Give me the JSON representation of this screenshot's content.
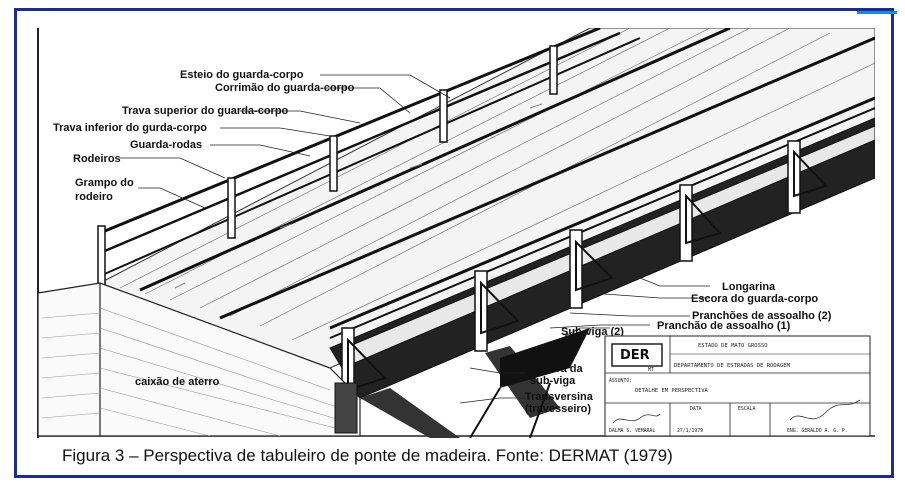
{
  "caption": "Figura 3 – Perspectiva de tabuleiro de ponte de madeira. Fonte: DERMAT (1979)",
  "labels": {
    "esteio": "Esteio do guarda-corpo",
    "corrimao": "Corrimão do guarda-corpo",
    "trava_superior": "Trava superior do guarda-corpo",
    "trava_inferior": "Trava inferior do gurda-corpo",
    "guarda_rodas": "Guarda-rodas",
    "rodeiros": "Rodeiros",
    "grampo_1": "Grampo do",
    "grampo_2": "rodeiro",
    "longarina": "Longarina",
    "escora_guarda_corpo": "Escora do guarda-corpo",
    "pranchoes": "Pranchões de assoalho (2)",
    "pranchao": "Pranchão de assoalho (1)",
    "sub_viga": "Sub-viga (2)",
    "escora_sub_viga_1": "Escora da",
    "escora_sub_viga_2": "sub-viga",
    "transversina_1": "Transversina",
    "transversina_2": "(travesseiro)",
    "caixao": "caixão de aterro"
  },
  "title_block": {
    "logo": "DER",
    "logo_sub": "MT",
    "estado": "ESTADO DE MATO GROSSO",
    "departamento": "DEPARTAMENTO DE ESTRADAS DE RODAGEM",
    "assunto_label": "ASSUNTO:",
    "assunto": "DETALHE EM PERSPECTIVA",
    "data_label": "DATA",
    "escala_label": "ESCALA",
    "autor": "DALMA S. VEMARAL",
    "data": "27/1/1979",
    "responsavel": "ENG. GERALDO A. G. P."
  }
}
